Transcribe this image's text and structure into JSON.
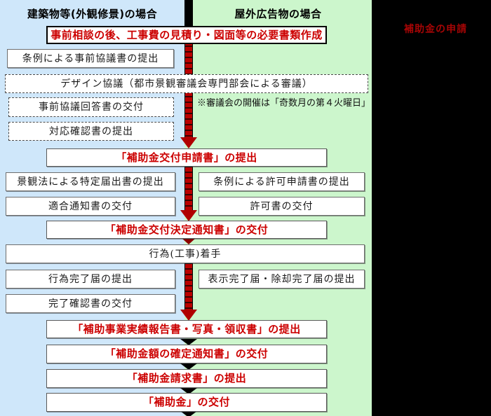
{
  "panels": {
    "left": {
      "header": "建築物等(外観修景)の場合",
      "bg": "#cfe7fa"
    },
    "right": {
      "header": "屋外広告物の場合",
      "bg": "#ccf6cc"
    },
    "sidebar": {
      "title": "補助金の申請",
      "bg": "#000000",
      "text_color": "#a50505"
    }
  },
  "note": "※審議会の開催は「奇数月の第４火曜日」",
  "colors": {
    "highlight_text": "#cc0000",
    "arrow_red": "#bb0000",
    "arrow_black": "#000000",
    "box_bg": "#ffffff"
  },
  "flow": {
    "steps": [
      {
        "label": "事前相談の後、工事費の見積り・図面等の必要書類作成",
        "type": "highlight"
      },
      {
        "label": "条例による事前協議書の提出",
        "type": "plain"
      },
      {
        "label": "デザイン協議（都市景観審議会専門部会による審議）",
        "type": "dashed"
      },
      {
        "label": "事前協議回答書の交付",
        "type": "dashed"
      },
      {
        "label": "対応確認書の提出",
        "type": "dashed"
      },
      {
        "label": "「補助金交付申請書」の提出",
        "type": "highlight"
      },
      {
        "label": "景観法による特定届出書の提出",
        "type": "plain"
      },
      {
        "label": "条例による許可申請書の提出",
        "type": "plain"
      },
      {
        "label": "適合通知書の交付",
        "type": "plain"
      },
      {
        "label": "許可書の交付",
        "type": "plain"
      },
      {
        "label": "「補助金交付決定通知書」の交付",
        "type": "highlight"
      },
      {
        "label": "行為(工事)着手",
        "type": "plain"
      },
      {
        "label": "行為完了届の提出",
        "type": "plain"
      },
      {
        "label": "表示完了届・除却完了届の提出",
        "type": "plain"
      },
      {
        "label": "完了確認書の交付",
        "type": "plain"
      },
      {
        "label": "「補助事業実績報告書・写真・領収書」の提出",
        "type": "highlight"
      },
      {
        "label": "「補助金額の確定通知書」の交付",
        "type": "highlight"
      },
      {
        "label": "「補助金請求書」の提出",
        "type": "highlight"
      },
      {
        "label": "「補助金」の交付",
        "type": "highlight"
      }
    ]
  }
}
